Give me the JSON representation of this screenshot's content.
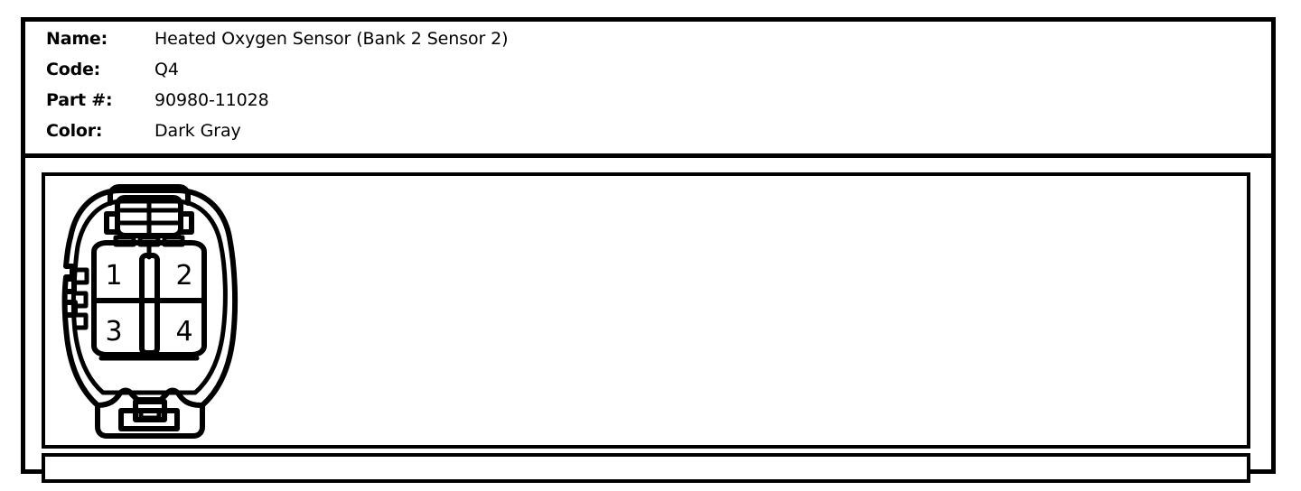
{
  "spec": {
    "rows": [
      {
        "label": "Name:",
        "value": "Heated Oxygen Sensor (Bank 2 Sensor 2)"
      },
      {
        "label": "Code:",
        "value": "Q4"
      },
      {
        "label": "Part #:",
        "value": "90980-11028"
      },
      {
        "label": "Color:",
        "value": "Dark Gray"
      }
    ]
  },
  "diagram": {
    "title": "connector-pinout",
    "type": "automotive-connector-face-view",
    "pin_count": 4,
    "pins": [
      {
        "number": "1",
        "position": "top-left"
      },
      {
        "number": "2",
        "position": "top-right"
      },
      {
        "number": "3",
        "position": "bottom-left"
      },
      {
        "number": "4",
        "position": "bottom-right"
      }
    ],
    "features": {
      "top_latch": "locking-tab-grid",
      "center_key": "vertical-keyway",
      "left_profile": "ribbed-notches",
      "bottom_tab": "retainer-tab"
    },
    "line_color": "#000000",
    "fill_color": "#ffffff"
  },
  "footer": {
    "content": ""
  }
}
